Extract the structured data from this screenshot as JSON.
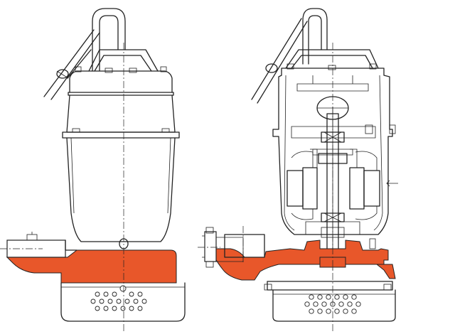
{
  "colors": {
    "line": "#222222",
    "accent": "#e8572a",
    "background": "#ffffff"
  },
  "views": [
    {
      "name": "exterior-view",
      "highlight": "discharge-casing"
    },
    {
      "name": "sectional-view",
      "highlight": "pump-casing-and-impeller"
    }
  ]
}
